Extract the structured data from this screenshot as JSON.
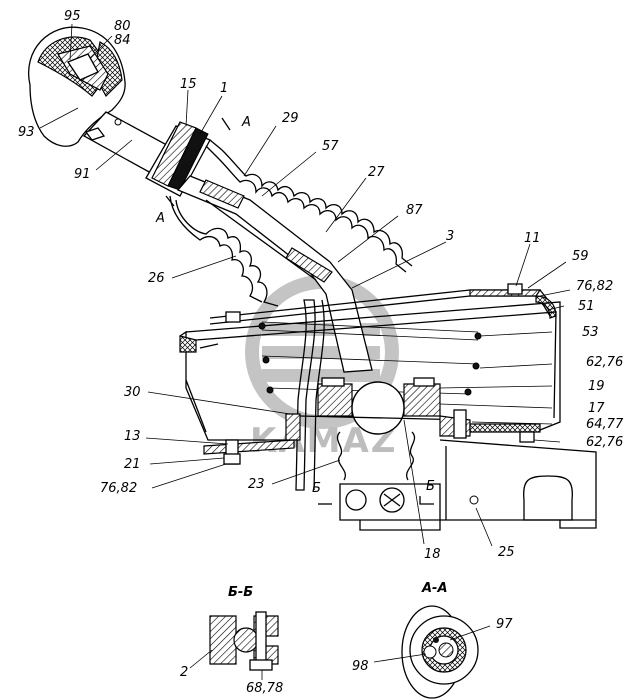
{
  "watermark": {
    "brand": "KAMAZ"
  },
  "sections": {
    "bb": "Б-Б",
    "aa": "А-А",
    "marker_a_top": "А",
    "marker_a_bottom": "А",
    "marker_b_left": "Б",
    "marker_b_right": "Б"
  },
  "callouts": {
    "c95": "95",
    "c80": "80",
    "c84": "84",
    "c93": "93",
    "c91": "91",
    "c15": "15",
    "c1": "1",
    "c29": "29",
    "c57": "57",
    "c27": "27",
    "c87": "87",
    "c3": "3",
    "c11": "11",
    "c59": "59",
    "c7682a": "76,82",
    "c51": "51",
    "c53": "53",
    "c6276a": "62,76",
    "c19": "19",
    "c17": "17",
    "c6477": "64,77",
    "c6276b": "62,76",
    "c26": "26",
    "c30": "30",
    "c13": "13",
    "c21": "21",
    "c7682b": "76,82",
    "c23": "23",
    "c18": "18",
    "c25": "25",
    "c2": "2",
    "c6878": "68,78",
    "c97": "97",
    "c98": "98"
  }
}
